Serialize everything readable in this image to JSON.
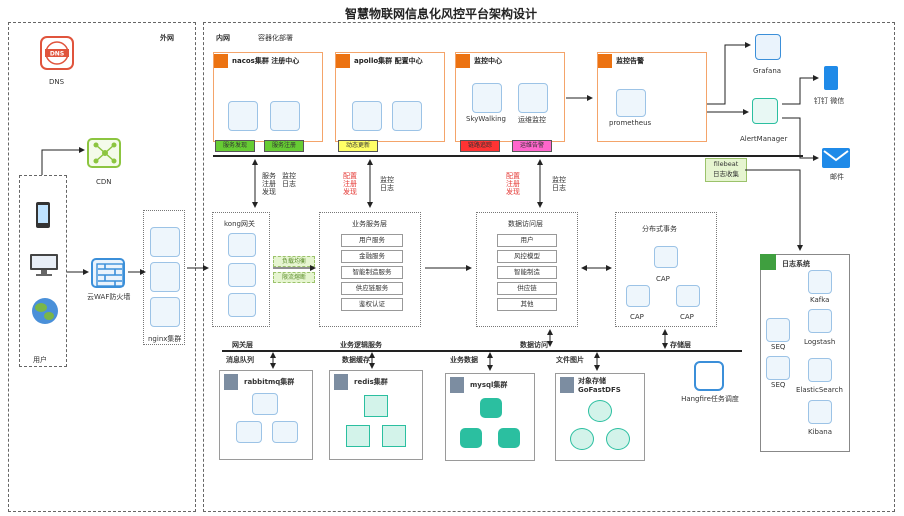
{
  "title": "智慧物联网信息化风控平台架构设计",
  "regions": {
    "outer_label": "外网",
    "inner_label": "内网",
    "container_label": "容器化部署"
  },
  "left": {
    "dns": "DNS",
    "cdn": "CDN",
    "user": "用户",
    "waf": "云WAF防火墙",
    "nginx": "nginx集群"
  },
  "clusters": {
    "nacos": {
      "title": "nacos集群  注册中心",
      "tags": [
        "服务发现",
        "服务注册"
      ]
    },
    "apollo": {
      "title": "apollo集群  配置中心",
      "tags": [
        "动态更新"
      ]
    },
    "monitor": {
      "title": "监控中心",
      "tags": [
        "链路追踪",
        "运维告警"
      ],
      "items": [
        "SkyWalking",
        "运维监控"
      ]
    },
    "alert": {
      "title": "监控告警",
      "items": [
        "prometheus"
      ]
    }
  },
  "right_top": {
    "grafana": "Grafana",
    "alertmanager": "AlertManager",
    "dingtalk": "钉钉 微信",
    "email": "邮件",
    "filebeat": "filebeat\n日志收集"
  },
  "arrows": {
    "a1": "服务\n注册\n发现",
    "a2": "监控\n日志",
    "a3": "配置\n注册\n发现",
    "a4": "监控\n日志",
    "a5": "配置\n注册\n发现",
    "a6": "监控\n日志"
  },
  "kong": {
    "title": "kong网关",
    "chips": [
      "负载均衡",
      "限流熔断"
    ]
  },
  "business": {
    "title": "业务服务层",
    "items": [
      "用户服务",
      "金融服务",
      "智能制造服务",
      "供应链服务",
      "鉴权认证"
    ]
  },
  "data_access": {
    "title": "数据访问层",
    "items": [
      "用户",
      "风控模型",
      "智能制造",
      "供应链",
      "其他"
    ]
  },
  "distributed": {
    "title": "分布式事务",
    "items": [
      "CAP",
      "CAP",
      "CAP"
    ]
  },
  "layers": {
    "gateway": "网关层",
    "biz_logic": "业务逻辑服务",
    "data_access": "数据访问",
    "storage": "存储层",
    "mq": "消息队列",
    "cache": "数据缓存",
    "biz_data": "业务数据",
    "files": "文件图片"
  },
  "bottom": {
    "rabbitmq": "rabbitmq集群",
    "redis": "redis集群",
    "mysql": "mysql集群",
    "oss": "对象存储\nGoFastDFS",
    "hangfire": "Hangfire任务调度"
  },
  "logs": {
    "title": "日志系统",
    "items": [
      "Kafka",
      "Logstash",
      "SEQ",
      "SEQ",
      "ElasticSearch",
      "Kibana"
    ]
  },
  "colors": {
    "cluster_border": "#f4a46a",
    "cluster_icon": "#ec7211",
    "tag_green": "#66cc33",
    "tag_yellow": "#ffff66",
    "tag_pink": "#ff66cc",
    "tag_red": "#ff3333",
    "chip_bg": "#e6f5d0",
    "accent_blue": "#3b8fd9",
    "teal": "#2bbfa0",
    "red_text": "#e53935"
  }
}
